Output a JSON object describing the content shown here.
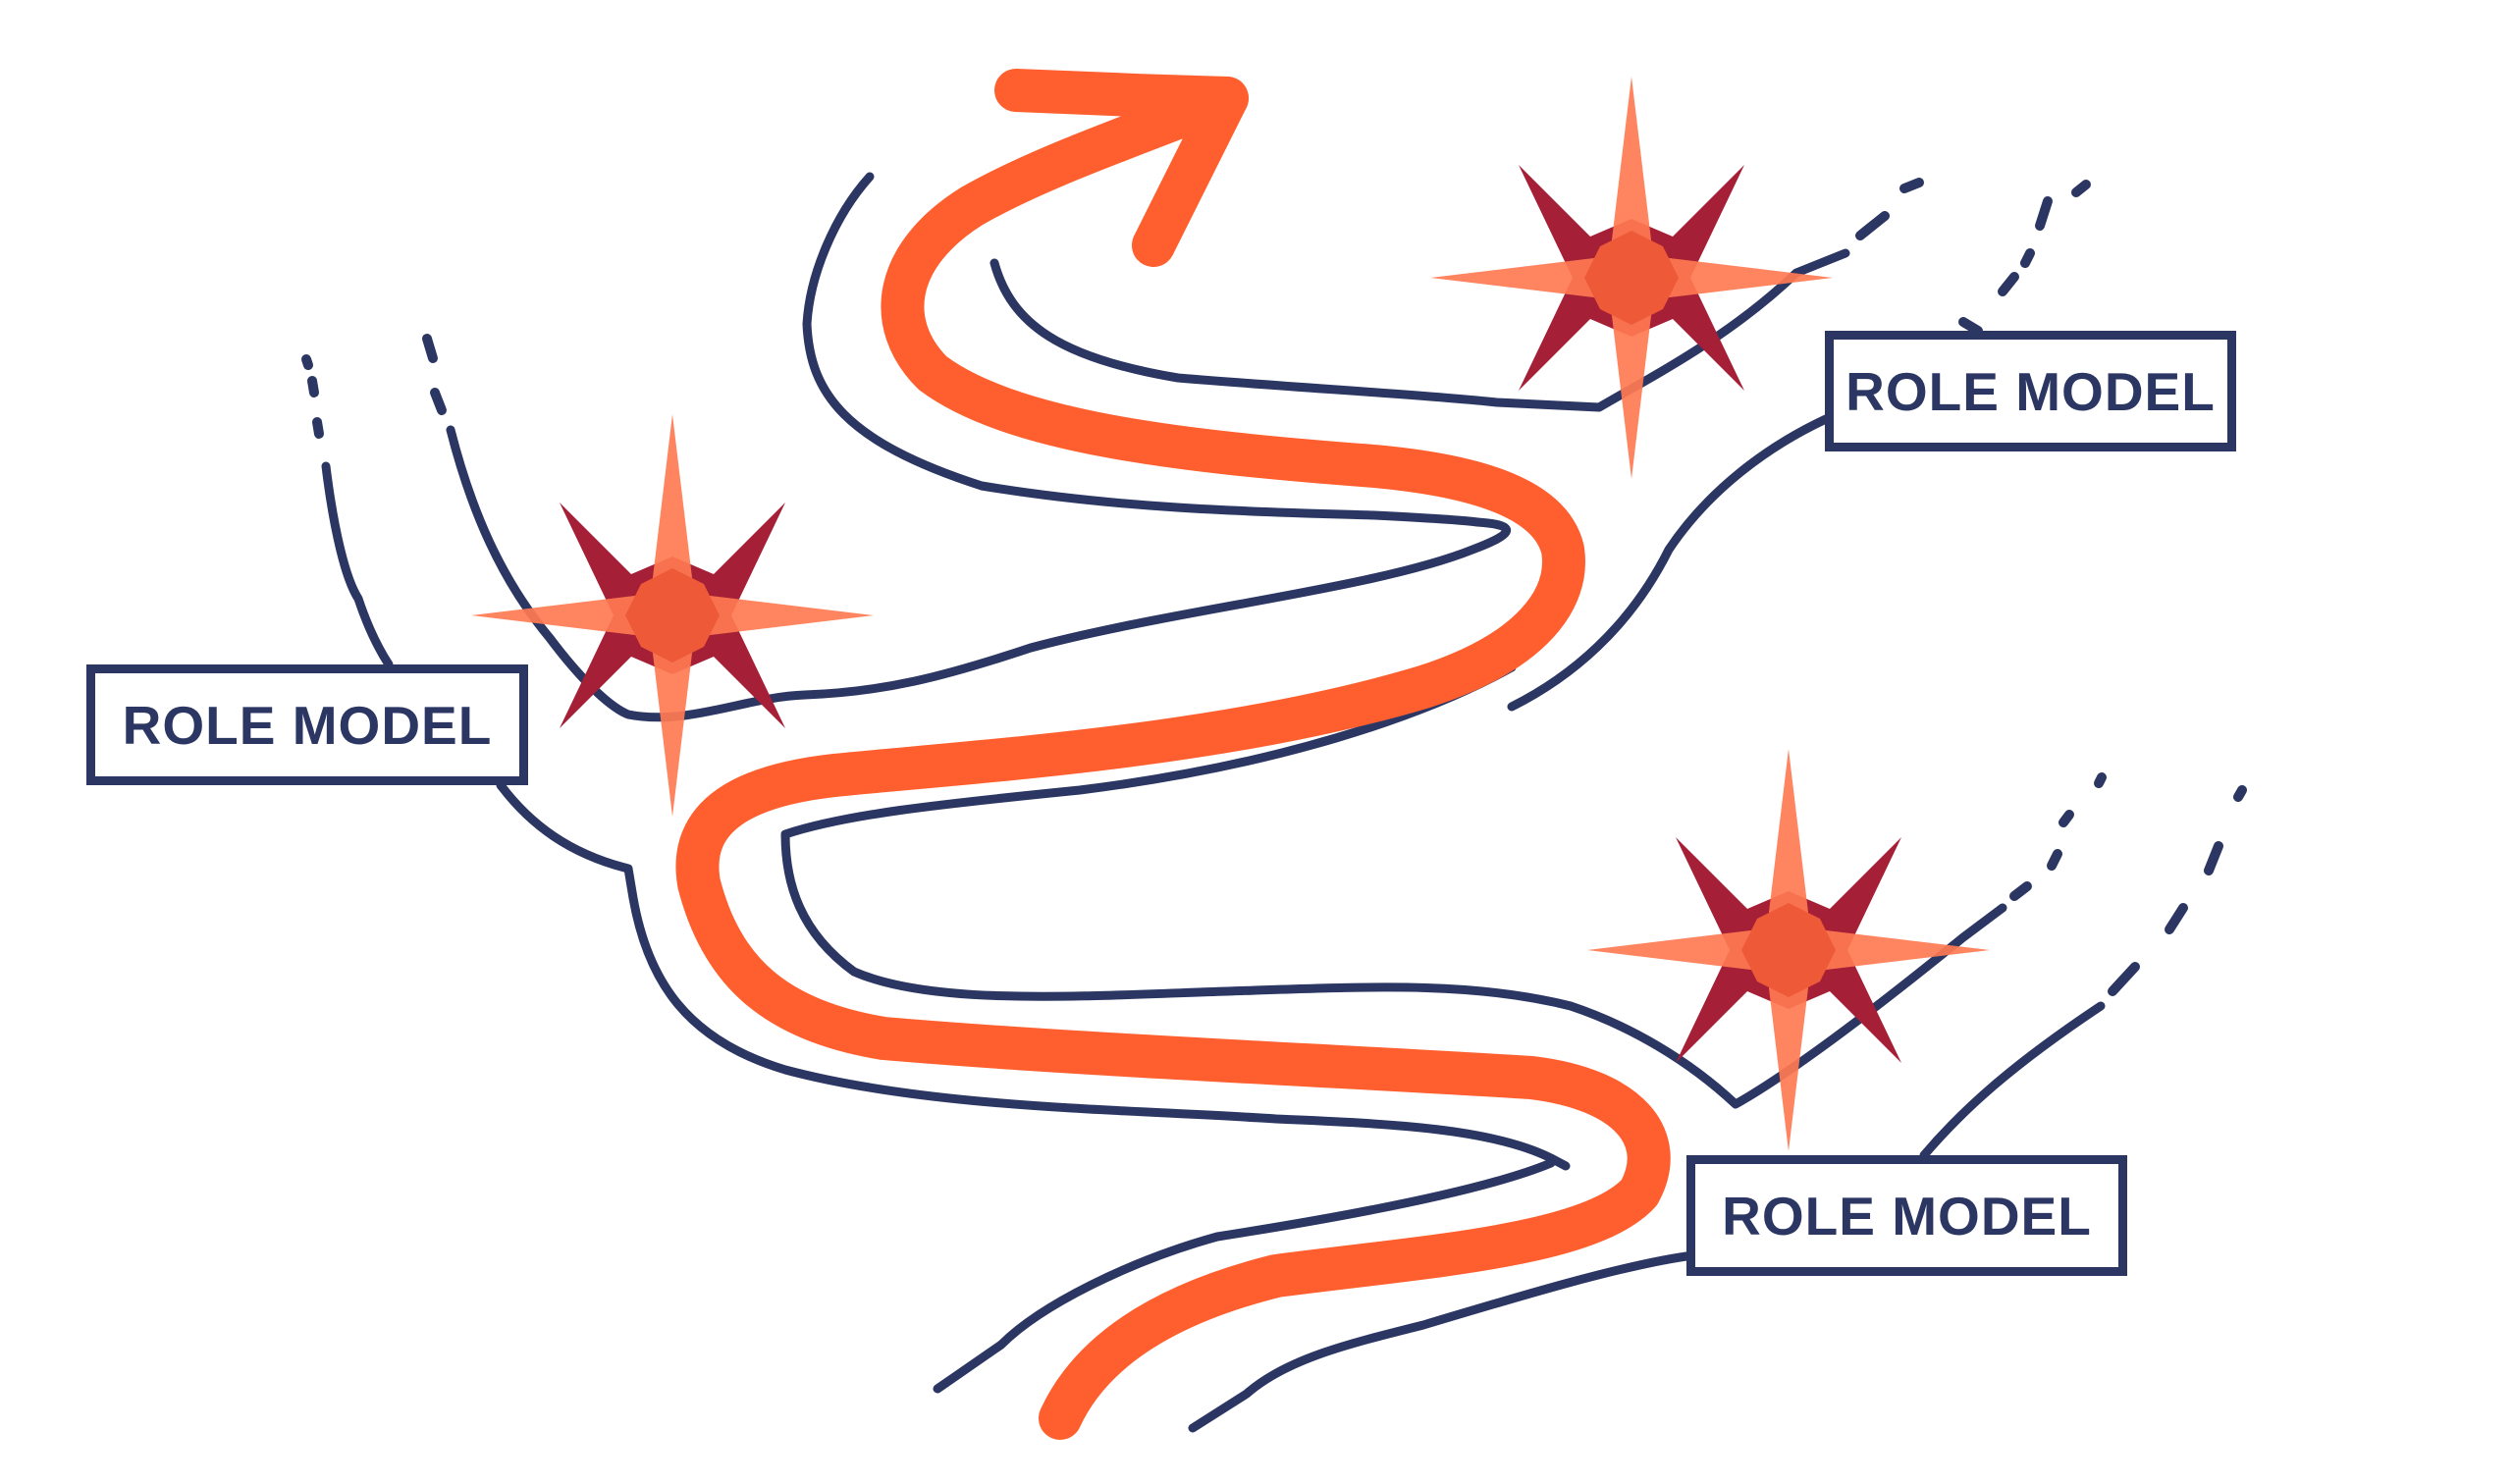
{
  "illustration": {
    "subject": "winding career path with role model milestones",
    "colors": {
      "road_outline": "#2B3663",
      "path": "#FF5F2E",
      "star_light": "#FF7A52",
      "star_dark": "#A51F36",
      "star_overlap": "#EE5A38",
      "label_text": "#2B3663",
      "background": "#FFFFFF"
    },
    "labels": [
      {
        "id": "left",
        "text": "ROLE MODEL"
      },
      {
        "id": "top_right",
        "text": "ROLE MODEL"
      },
      {
        "id": "bottom_right",
        "text": "ROLE MODEL"
      }
    ],
    "stars": [
      {
        "id": "left",
        "icon": "compass-star-icon"
      },
      {
        "id": "top_right",
        "icon": "compass-star-icon"
      },
      {
        "id": "bottom_right",
        "icon": "compass-star-icon"
      }
    ],
    "path_arrow": {
      "icon": "arrow-up-right-icon"
    }
  }
}
